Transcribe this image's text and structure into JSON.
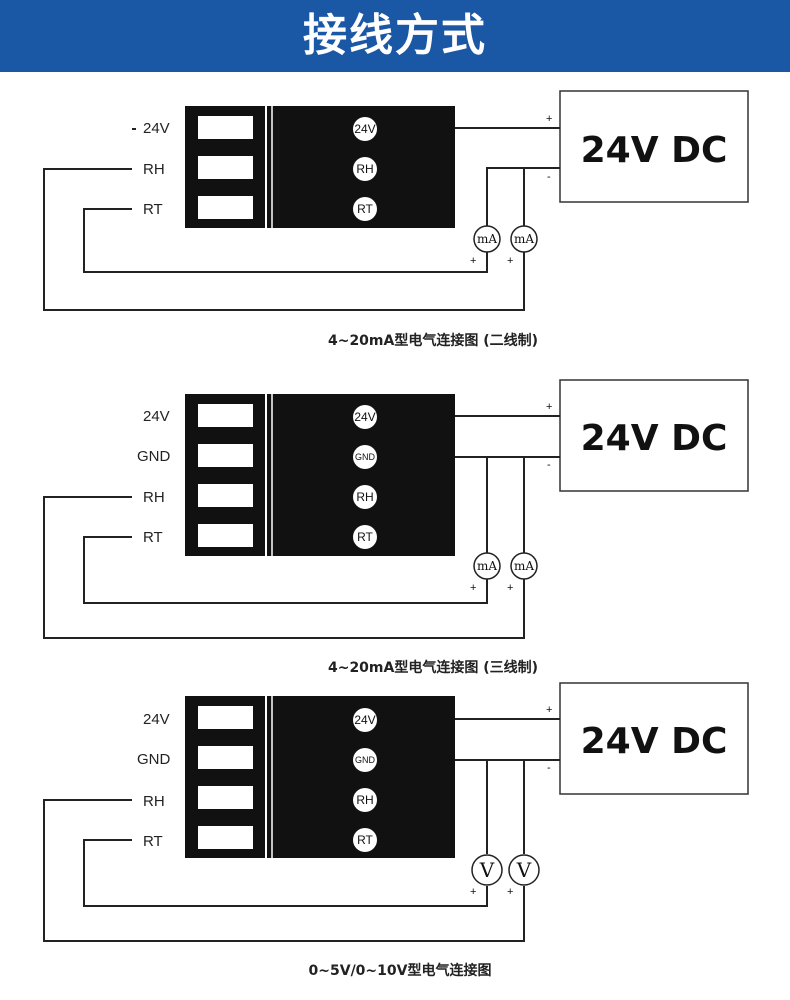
{
  "header": {
    "title": "接线方式",
    "color": "#1a57a4"
  },
  "power_label": "24V DC",
  "signs": {
    "plus": "+",
    "minus": "-"
  },
  "meters": {
    "ma": "mA",
    "v": "V"
  },
  "diagrams": [
    {
      "pins": [
        "24V",
        "RH",
        "RT"
      ],
      "badges": [
        "24V",
        "RH",
        "RT"
      ],
      "caption": "4~20mA型电气连接图 (二线制)"
    },
    {
      "pins": [
        "24V",
        "GND",
        "RH",
        "RT"
      ],
      "badges": [
        "24V",
        "GND",
        "RH",
        "RT"
      ],
      "caption": "4~20mA型电气连接图 (三线制)"
    },
    {
      "pins": [
        "24V",
        "GND",
        "RH",
        "RT"
      ],
      "badges": [
        "24V",
        "GND",
        "RH",
        "RT"
      ],
      "caption": "0~5V/0~10V型电气连接图"
    }
  ]
}
